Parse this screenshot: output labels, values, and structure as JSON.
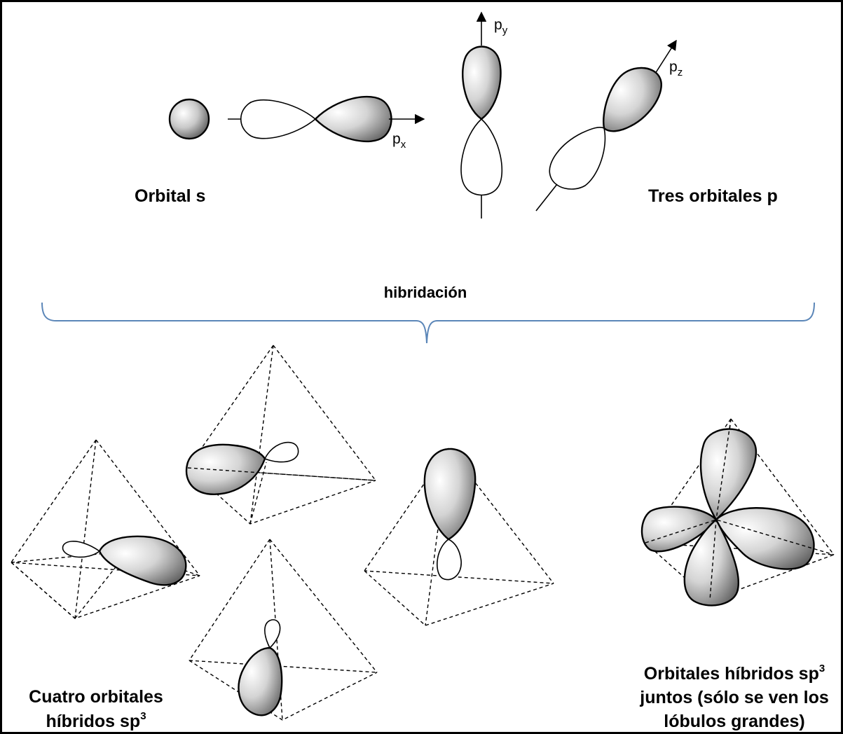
{
  "labels": {
    "orbital_s": "Orbital s",
    "tres_p": "Tres orbitales p",
    "hibridacion": "hibridación",
    "cuatro_line1": "Cuatro orbitales",
    "cuatro_line2": "híbridos sp",
    "superscript": "3",
    "juntos_line1": "Orbitales híbridos sp",
    "juntos_line2": "juntos (sólo se ven los",
    "juntos_line3": "lóbulos grandes)",
    "p": "p",
    "sub_x": "x",
    "sub_y": "y",
    "sub_z": "z"
  },
  "colors": {
    "bracket": "#5b86b8",
    "line": "#000000",
    "shade_light": "#f4f4f4",
    "shade_dark": "#5a5a5a"
  }
}
